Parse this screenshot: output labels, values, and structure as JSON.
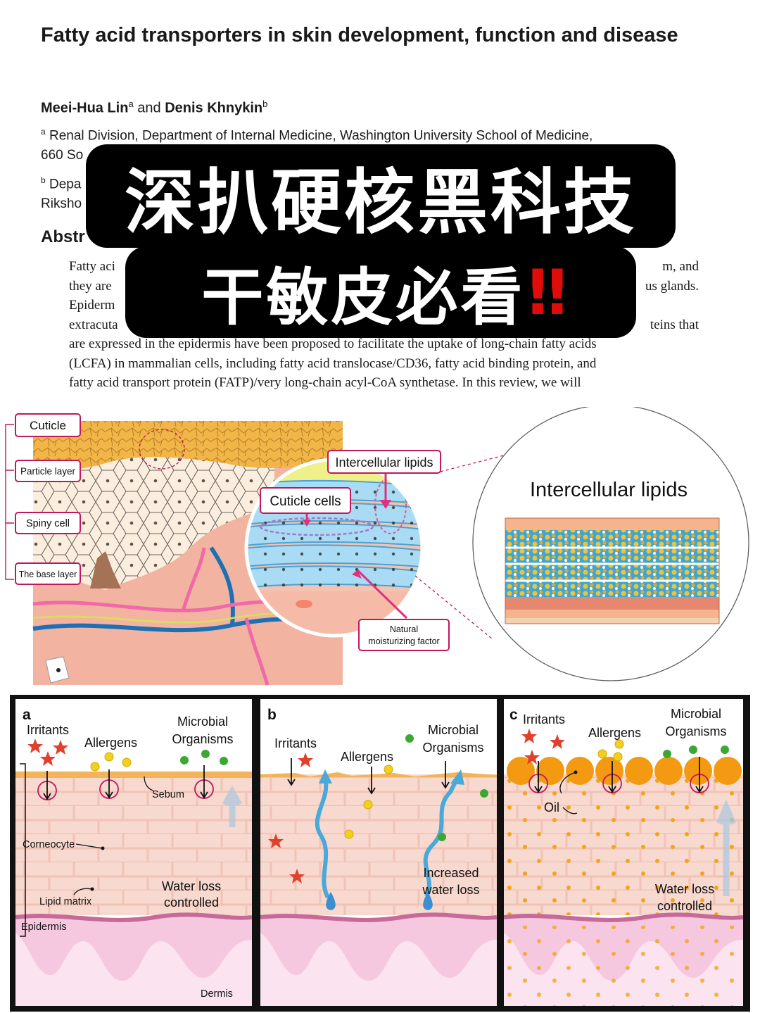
{
  "paper": {
    "title": "Fatty acid transporters in skin development, function and disease",
    "author1": "Meei-Hua Lin",
    "author1_sup": "a",
    "and": "and",
    "author2": "Denis Khnykin",
    "author2_sup": "b",
    "affil_a_line1": "Renal Division, Department of Internal Medicine, Washington University School of Medicine,",
    "affil_a_line2": "660 So",
    "affil_b_line1": "Depa",
    "affil_b_line2": "Riksho",
    "abstract_heading": "Abstr",
    "abstract_lines": [
      {
        "left": "Fatty aci",
        "right": "m, and"
      },
      {
        "left": "they are",
        "right": "us glands."
      },
      {
        "left": "Epiderm",
        "right": ""
      },
      {
        "left": "extracuta",
        "right": "teins that"
      },
      {
        "left": "are expressed in the epidermis have been proposed to facilitate the uptake of long-chain fatty acids",
        "right": ""
      },
      {
        "left": "(LCFA) in mammalian cells, including fatty acid translocase/CD36, fatty acid binding protein, and",
        "right": ""
      },
      {
        "left": "fatty acid transport protein (FATP)/very long-chain acyl-CoA synthetase. In this review, we will",
        "right": ""
      }
    ]
  },
  "overlay": {
    "line1": "深扒硬核黑科技",
    "line2": "干敏皮必看",
    "emphasis": "‼"
  },
  "skin_diagram": {
    "labels": [
      "Cuticle",
      "Particle layer",
      "Spiny cell",
      "The base layer"
    ],
    "zoom_callouts": {
      "intercellular": "Intercellular lipids",
      "cuticle_cells": "Cuticle cells",
      "nmf_line1": "Natural",
      "nmf_line2": "moisturizing factor"
    },
    "lipid_panel_title": "Intercellular lipids"
  },
  "barrier_panels": {
    "a": {
      "letter": "a",
      "irritants": "Irritants",
      "allergens": "Allergens",
      "microbial_1": "Microbial",
      "microbial_2": "Organisms",
      "sebum": "Sebum",
      "corneocyte": "Corneocyte",
      "lipid_matrix": "Lipid matrix",
      "water_1": "Water loss",
      "water_2": "controlled",
      "epidermis": "Epidermis",
      "dermis": "Dermis"
    },
    "b": {
      "letter": "b",
      "irritants": "Irritants",
      "allergens": "Allergens",
      "microbial_1": "Microbial",
      "microbial_2": "Organisms",
      "increased_1": "Increased",
      "increased_2": "water loss"
    },
    "c": {
      "letter": "c",
      "irritants": "Irritants",
      "allergens": "Allergens",
      "microbial_1": "Microbial",
      "microbial_2": "Organisms",
      "oil": "Oil",
      "water_1": "Water loss",
      "water_2": "controlled"
    }
  },
  "colors": {
    "overlay_bg": "#000000",
    "emphasis": "#e00b0b",
    "label_border": "#c2185b",
    "skin": "#f2b9a6",
    "dermis": "#f2b8d8",
    "sebum": "#f0b04a",
    "oil": "#f39a12",
    "vessel": "#1f6fb5",
    "water": "#4aa9d8"
  }
}
